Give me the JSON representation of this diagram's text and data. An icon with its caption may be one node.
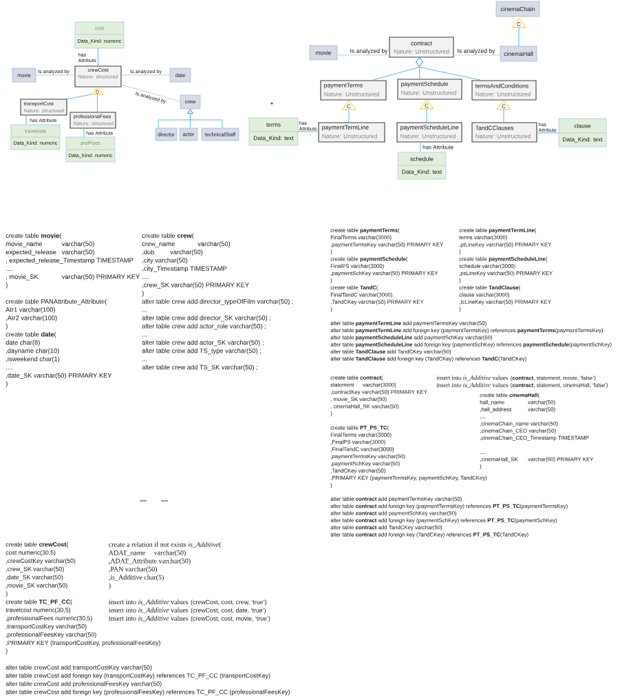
{
  "diagram": {
    "nodes": [
      {
        "text": [
          "cost",
          "Data_Kind: numeric"
        ]
      },
      {
        "text": [
          "movie"
        ]
      },
      {
        "text": [
          "crewCost",
          "Nature: structured"
        ]
      },
      {
        "text": [
          "date"
        ]
      },
      {
        "text": [
          "D"
        ]
      },
      {
        "text": [
          "transportCost",
          "Nature: structured"
        ]
      },
      {
        "text": [
          "crew"
        ]
      },
      {
        "text": [
          "professionalFees",
          "Nature: structured"
        ]
      },
      {
        "text": [
          "travelcost",
          "Data_Kind: numeric"
        ]
      },
      {
        "text": [
          "profFees",
          "Data_Kind: numeric"
        ]
      },
      {
        "text": [
          "director"
        ]
      },
      {
        "text": [
          "actor"
        ]
      },
      {
        "text": [
          "technicalStaff"
        ]
      },
      {
        "text": [
          "cinemaChain"
        ]
      },
      {
        "text": [
          "C"
        ]
      },
      {
        "text": [
          "movie"
        ]
      },
      {
        "text": [
          "contract",
          "Nature: Unstructured"
        ]
      },
      {
        "text": [
          "cinemaHall"
        ]
      },
      {
        "text": [
          "paymentTerms",
          "Nature: Unstructured"
        ]
      },
      {
        "text": [
          "paymentSchedule",
          "Nature: Unstructured"
        ]
      },
      {
        "text": [
          "termsAndConditions",
          "Nature: Unstructured"
        ]
      },
      {
        "text": [
          "C"
        ]
      },
      {
        "text": [
          "C"
        ]
      },
      {
        "text": [
          "C"
        ]
      },
      {
        "text": [
          "terms",
          "Data_Kind: text"
        ]
      },
      {
        "text": [
          "paymentTermLine",
          "Nature: Unstructured"
        ]
      },
      {
        "text": [
          "paymentScheduleLine",
          "Nature: Unstructured"
        ]
      },
      {
        "text": [
          "TandCClauses",
          "Nature: Unstructured"
        ]
      },
      {
        "text": [
          "clause",
          "Data_Kind: text"
        ]
      },
      {
        "text": [
          "schedule",
          "Data_Kind: text"
        ]
      }
    ],
    "edges": [
      {
        "from": 2,
        "to": 0,
        "arrow": "none",
        "label": "has Attribute"
      },
      {
        "from": 1,
        "to": 2,
        "arrow": "none",
        "label": "Is analyzed by",
        "color": "#b4c7e7"
      },
      {
        "from": 2,
        "to": 3,
        "arrow": "none",
        "label": "Is analyzed by",
        "color": "#b4c7e7"
      },
      {
        "from": 2,
        "to": 6,
        "arrow": "none",
        "label": "Is analyzed by",
        "color": "#b4c7e7"
      },
      {
        "from": 5,
        "to": 4,
        "arrow": "none"
      },
      {
        "from": 7,
        "to": 4,
        "arrow": "none"
      },
      {
        "from": 5,
        "to": 8,
        "arrow": "none",
        "label": "has Attribute"
      },
      {
        "from": 7,
        "to": 9,
        "arrow": "none",
        "label": "has Attribute"
      },
      {
        "from": 10,
        "to": 6,
        "arrow": "to"
      },
      {
        "from": 11,
        "to": 6,
        "arrow": "to"
      },
      {
        "from": 12,
        "to": 6,
        "arrow": "to"
      },
      {
        "from": 17,
        "to": 14,
        "arrow": "none"
      },
      {
        "from": 15,
        "to": 16,
        "arrow": "none",
        "label": "Is analyzed by",
        "color": "#b4c7e7"
      },
      {
        "from": 16,
        "to": 17,
        "arrow": "none",
        "label": "Is analyzed by",
        "color": "#b4c7e7"
      },
      {
        "from": 18,
        "to": 16,
        "arrow": "other"
      },
      {
        "from": 19,
        "to": 16,
        "arrow": "other"
      },
      {
        "from": 20,
        "to": 16,
        "arrow": "other"
      },
      {
        "from": 25,
        "to": 21,
        "arrow": "none"
      },
      {
        "from": 26,
        "to": 22,
        "arrow": "none"
      },
      {
        "from": 27,
        "to": 23,
        "arrow": "none"
      },
      {
        "from": 25,
        "to": 24,
        "arrow": "none",
        "label": "has Attribute"
      },
      {
        "from": 27,
        "to": 28,
        "arrow": "none",
        "label": "has Attribute"
      },
      {
        "from": 26,
        "to": 29,
        "arrow": "none",
        "label": "has Attribute"
      }
    ],
    "labels": [
      "create table **movie**(",
      "movie_name",
      "varchar(50)",
      "expected_release",
      "varchar(50)",
      ", expected_release_Timestamp TIMESTAMP",
      "....",
      ", movie_SK",
      "varchar(50) PRIMARY KEY",
      ")",
      "create table PANAttribute_Attribute(",
      "Atr1 varchar(100)",
      ",Atr2 varchar(100)",
      ")",
      "create table **date**(",
      "date char(8)",
      ",dayname char(10)",
      ",isweekend char(1)",
      "....",
      ",date_SK varchar(50) PRIMARY KEY",
      ")",
      "create table **crew**(",
      "crew_name",
      "varchar(50)",
      ",dob",
      "varchar(50)",
      ",city varchar(50)",
      ",city_Timestamp TIMESTAMP",
      "....",
      ",crew_SK varchar(50) PRIMARY KEY",
      ")",
      "alter table crew add director_typeOfFilm varchar(50) ;",
      "...",
      "alter table crew add director_SK varchar(50) ;",
      "alter table crew add actor_role varchar(50) ;",
      "...",
      "alter table crew add actor_SK varchar(50) ;",
      "alter table crew add TS_type varchar(50) ;",
      "...",
      "alter table crew add TS_SK varchar(50) ;",
      "create table **paymentTerms**(",
      "FinalTerms varchar(3000)",
      ",paymentTermsKey varchar(50) PRIMARY KEY",
      ")",
      "create table **paymentSchedule**(",
      "FinalPS varchar(3000)",
      ",paymentSchKey varchar(50) PRIMARY KEY",
      ")",
      "create table **TandC**(",
      "FinalTandC varchar(3000)",
      ",TandCKey varchar(50) PRIMARY KEY",
      ")",
      "create table **paymentTermLine**(",
      "terms varchar(3000)",
      ",ptLineKey varchar(50) PRIMARY KEY",
      ")",
      "create table **paymentScheduleLine**(",
      "schedule varchar(3000)",
      ",psLineKey varchar(50) PRIMARY KEY",
      ")",
      "create table **TandClause**(",
      "clause varchar(3000)",
      ",tcLineKey varchar(50) PRIMARY KEY",
      ")",
      "alter table **paymentTermLine** add paymentTermsKey varchar(50)",
      "alter table **paymentTermLine** add foreign key (paymentTermsKey) references **paymentTerms**(paymentTermsKey)",
      "alter table **paymentScheduleLine** add paymentSchKey varchar(50)",
      "alter table **paymentScheduleLine** add foreign key (paymentSchKey) references **paymentSchedule**(paymentSchKey)",
      "alter table **TandClause** add TandCKey varchar(50)",
      "alter table **TandClause** add foreign key (TandCKey) references **TandC**(TandCKey)",
      "create table **contract**(",
      "statement",
      "varchar(3000)",
      ",contractKey varchar(50) PRIMARY KEY",
      ", movie_SK varchar(50)",
      ", cinemaHall_SK varchar(50)",
      ")",
      "insert into *is_Additive* values",
      "(**contract**, statement, movie, ‘false’)",
      "insert into *is_Additive* values",
      "(**contract**, statement, cinemaHall, ‘false’)",
      "create table **cinemaHall**(",
      "hall_name",
      "varchar(50)",
      ",hall_address",
      "varchar(50)",
      "....",
      ",cinemaChain_name varchar(50)",
      ",cinemaChain_CEO varchar(50)",
      ",cinemaChain_CEO_Timestamp TIMESTAMP",
      "....",
      ",cinemaHall_SK",
      "varchar(50) PRIMARY KEY",
      ")",
      "create table **PT_PS_TC**(",
      "FinalTerms varchar(3000)",
      ",FinalPS varchar(3000)",
      ",FinalTandC varchar(3000)",
      ",paymentTermsKey varchar(50)",
      ",paymentSchKey varchar(50)",
      ",TandCKey varchar(50)",
      ",PRIMARY KEY (paymentTermsKey, paymentSchKey, TandCKey)",
      ")",
      "alter table **contract** add paymentTermsKey varchar(50)",
      "alter table **contract** add foreign key (paymentTermsKey) references **PT_PS_TC**(paymentTermsKey)",
      "alter table **contract** add paymentSchKey varchar(50)",
      "alter table **contract** add foreign key (paymentSchKey) references **PT_PS_TC**(paymentSchKey)",
      "alter table **contract** add TandCKey varchar(50)",
      "alter table **contract** add foreign key (TandCKey) references **PT_PS_TC**(TandCKey)",
      "create table **crewCost**(",
      "cost numeric(30,5)",
      ",crewCostKey varchar(50)",
      ",crew_SK varchar(50)",
      ",date_SK varchar(50)",
      ",movie_SK varchar(50)",
      ")",
      "create table **TC_PF_CC**(",
      "travelcost numeric(30,5)",
      ",professionalFees numeric(30,5)",
      ",transportCostKey varchar(50)",
      ",professionalFeesKey varchar(50)",
      ",PRIMARY KEY (transportCostKey, professionalFeesKey)",
      ")",
      "create a relation if not exists *is_Additive*(",
      "ADAT_name",
      "varchar(50)",
      ",ADAT_Attribute varchar(50)",
      ",PAN varchar(50)",
      ",is_Additive char(5)",
      ")",
      "insert into *is_Additive* values",
      "(crewCost, cost, crew, ‘true’)",
      "insert into *is_Additive* values",
      "(crewCost, cost, date, ‘true’)",
      "insert into *is_Additive* values",
      "(crewCost, cost, movie, ‘true’)",
      "alter table crewCost add transportCostKey varchar(50)",
      "alter table crewCost add foreign key (transportCostKey) references TC_PF_CC (transportCostKey)",
      "alter table crewCost add professionalFeesKey varchar(50)",
      "alter table crewCost add foreign key (professionalFeesKey) references TC_PF_CC (professionalFeesKey)"
    ]
  }
}
